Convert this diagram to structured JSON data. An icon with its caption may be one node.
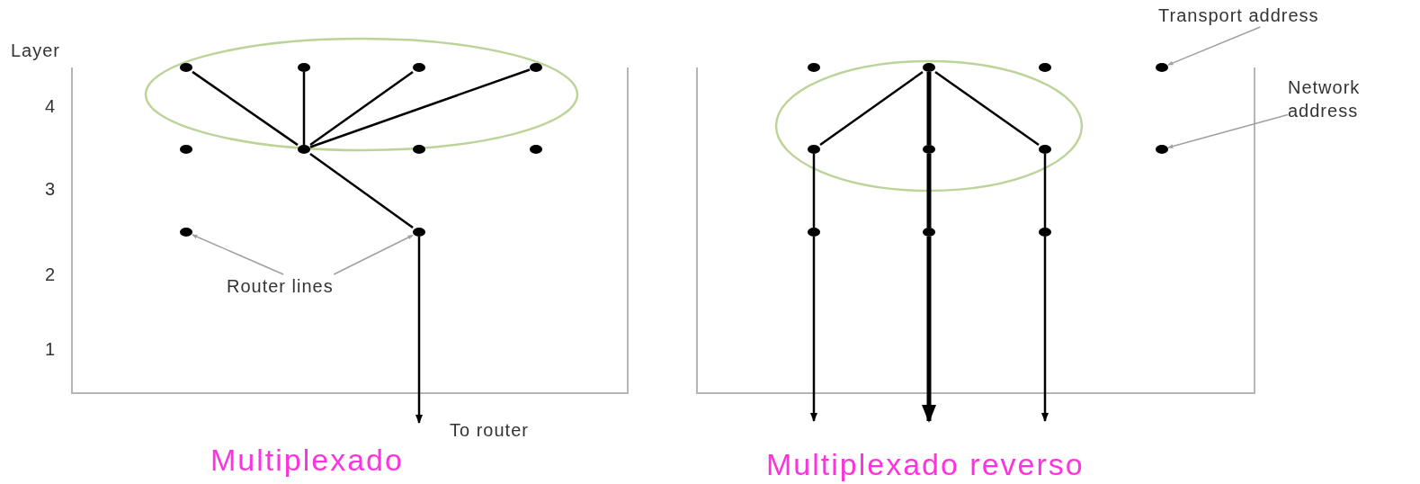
{
  "diagram": {
    "nodes": [
      {
        "text": [],
        "shape": "circle"
      },
      {
        "text": [],
        "shape": "circle"
      },
      {
        "text": [],
        "shape": "circle"
      },
      {
        "text": [],
        "shape": "circle"
      },
      {
        "text": [],
        "shape": "circle"
      },
      {
        "text": [],
        "shape": "circle"
      },
      {
        "text": [],
        "shape": "circle"
      },
      {
        "text": [],
        "shape": "circle"
      },
      {
        "text": [],
        "shape": "circle"
      },
      {
        "text": [],
        "shape": "circle"
      },
      {
        "text": [
          "Router lines"
        ]
      },
      {
        "text": [
          "Transport address"
        ]
      },
      {
        "text": [],
        "shape": "circle"
      },
      {
        "text": [],
        "shape": "circle"
      },
      {
        "text": [],
        "shape": "circle"
      },
      {
        "text": [],
        "shape": "circle"
      },
      {
        "text": [
          "Network address"
        ]
      },
      {
        "text": [],
        "shape": "circle"
      },
      {
        "text": [],
        "shape": "circle"
      },
      {
        "text": [],
        "shape": "circle"
      },
      {
        "text": [],
        "shape": "circle"
      },
      {
        "text": [],
        "shape": "circle"
      },
      {
        "text": [],
        "shape": "circle"
      },
      {
        "text": [],
        "shape": "circle"
      }
    ],
    "edges": [
      {
        "from": 0,
        "to": 5,
        "arrow": "none"
      },
      {
        "from": 1,
        "to": 5,
        "arrow": "none"
      },
      {
        "from": 2,
        "to": 5,
        "arrow": "none"
      },
      {
        "from": 3,
        "to": 5,
        "arrow": "none"
      },
      {
        "from": 5,
        "to": 9,
        "arrow": "none"
      },
      {
        "from": 9,
        "to": null,
        "arrow": "to"
      },
      {
        "from": 10,
        "to": 8,
        "arrow": "to",
        "color": "#a0a0a0"
      },
      {
        "from": 10,
        "to": 9,
        "arrow": "to",
        "color": "#a0a0a0"
      },
      {
        "from": 11,
        "to": 15,
        "arrow": "to",
        "color": "#a0a0a0"
      },
      {
        "from": 16,
        "to": 20,
        "arrow": "to",
        "color": "#a0a0a0"
      },
      {
        "from": 13,
        "to": 17,
        "arrow": "none"
      },
      {
        "from": 13,
        "to": 18,
        "arrow": "none",
        "style": "thick"
      },
      {
        "from": 13,
        "to": 19,
        "arrow": "none"
      },
      {
        "from": 17,
        "to": 21,
        "arrow": "none"
      },
      {
        "from": 18,
        "to": 22,
        "arrow": "none",
        "style": "thick"
      },
      {
        "from": 19,
        "to": 23,
        "arrow": "none"
      },
      {
        "from": 21,
        "to": null,
        "arrow": "to"
      },
      {
        "from": 22,
        "to": null,
        "arrow": "to",
        "style": "thick"
      },
      {
        "from": 23,
        "to": null,
        "arrow": "to"
      }
    ],
    "labels": [
      "Layer",
      "4",
      "3",
      "2",
      "1",
      "To router",
      "Multiplexado",
      "Multiplexado reverso"
    ]
  }
}
